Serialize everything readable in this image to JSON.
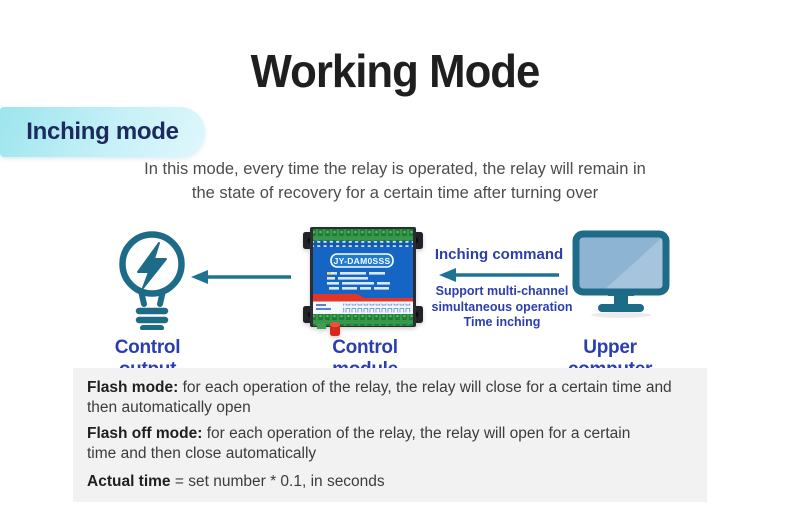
{
  "header": {
    "title": "Working Mode",
    "badge_label": "Inching mode"
  },
  "intro": {
    "line1": "In this mode, every time the relay is operated, the relay will remain in",
    "line2": "the state of recovery for a certain time after turning over"
  },
  "diagram": {
    "module_model": "JY-DAM0SSS",
    "command_label": "Inching command",
    "support_lines": [
      "Support multi-channel",
      "simultaneous operation",
      "Time inching"
    ],
    "labels": {
      "output": "Control output",
      "module": "Control module",
      "computer": "Upper computer"
    },
    "icons": {
      "bulb": "lightning-bulb-icon",
      "monitor": "monitor-icon",
      "arrows": "left-pointing-arrow-icon"
    }
  },
  "info_box": {
    "entries": [
      {
        "term": "Flash mode:",
        "text": " for each operation of the relay, the relay will close for a certain time and then automatically open"
      },
      {
        "term": "Flash off mode:",
        "text": " for each operation of the relay, the relay will open for a certain time and then close automatically"
      },
      {
        "term": "Actual time",
        "text": " = set number * 0.1, in seconds"
      }
    ]
  },
  "colors": {
    "accent_teal": "#1e6b88",
    "label_blue": "#2b3eae",
    "badge_gradient_start": "#9ce5ed",
    "badge_gradient_end": "#dff8fc",
    "badge_text": "#1c2a60",
    "title_text": "#1f1f1f",
    "body_text": "#3c3c3c",
    "info_box_bg": "#f2f2f2",
    "module_blue": "#1465c4",
    "module_green": "#35984a",
    "module_red": "#e2362b"
  }
}
